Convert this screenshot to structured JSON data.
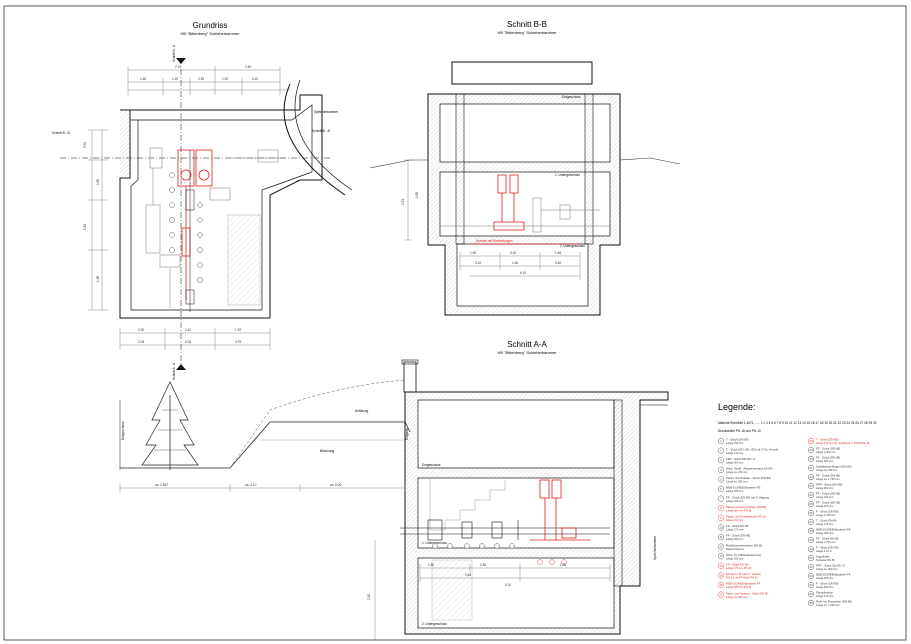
{
  "views": {
    "plan": {
      "title": "Grundriss",
      "subtitle": "HB \"Bittenberg\" Schieberkammer",
      "labels": {
        "section_aa_top": "Schnitt A - A",
        "section_aa_bottom": "Schnitt A - A",
        "section_bb_left": "Schnitt B - B",
        "section_bb_right": "Schnitt B - B",
        "reservoir": "Speicherkammer"
      },
      "dimensions": [
        "2.10",
        "2.40",
        "1.60",
        "1.20",
        "2.35",
        "1.92",
        "4.10",
        "3.52",
        "5.16",
        "1.85",
        "1.58",
        "0.90",
        "2.40",
        "1.92",
        "2.05",
        "6.18",
        "4.75"
      ]
    },
    "section_bb": {
      "title": "Schnitt B-B",
      "subtitle": "HB \"Bittenberg\" Schieberkammer",
      "labels": {
        "floor_top": "Erdgeschoss",
        "floor_mid": "1. Untergeschoss",
        "floor_low": "2. Untergeschoss",
        "red_note": "Bereich mit Rohrleitungen"
      },
      "dimensions": [
        "2.31",
        "1.85",
        "1.90",
        "5.10",
        "1.56",
        "3.10",
        "1.60",
        "0.60",
        "6.10"
      ]
    },
    "section_aa": {
      "title": "Schnitt A-A",
      "subtitle": "HB \"Bittenberg\" Schieberkammer",
      "labels": {
        "left_vertical": "Erdgeschoss",
        "ground_fill": "Anfüllung",
        "slope": "Böschung",
        "floor_top": "Erdgeschoss",
        "floor_mid": "1. Untergeschoss",
        "floor_low": "2. Untergeschoss",
        "right_vertical": "Speicherkammer",
        "entrance": "Eingang"
      },
      "dimensions": [
        "ca. 2.847",
        "ca. 4.10",
        "ca. 6.00",
        "1.80",
        "2.80",
        "2.50",
        "2.84",
        "6.10",
        "2.10"
      ]
    }
  },
  "legend": {
    "title": "Legende:",
    "header_rows": [
      "Material Rohrteile 1.4571 ...... 1 2 3 4 5 6 7 8 9 10 11 12 13 14 15 16 17 18 19 20 21 22 23 24 25 26 27 28 29 30",
      "Druckstufen PN 16 und PN 10"
    ],
    "left_items": [
      {
        "no": "1",
        "text": "T - Stück (DN 80)",
        "sub": "Länge 150 mm",
        "red": false
      },
      {
        "no": "2",
        "text": "T - Stück (DN 100 / 80) mit 3\" Zu. Anschl.",
        "sub": "Länge 170 mm",
        "red": false
      },
      {
        "no": "3",
        "text": "FFR - Stück DN 80 / 2\"",
        "sub": "Länge 300 mm",
        "red": false
      },
      {
        "no": "4",
        "text": "Wiss. Ventil - Absperrarmatur DN 80",
        "sub": "Länge ca. 230 mm",
        "red": false
      },
      {
        "no": "5",
        "text": "Passu und Ausbau - Stück (DN 80)",
        "sub": "Länge ca. 280 mm",
        "red": false
      },
      {
        "no": "6",
        "text": "NEB-SCHIEB Bauarten F5",
        "sub": "Länge 180 mm",
        "red": false
      },
      {
        "no": "7",
        "text": "FF - Stück (DN 80) mit 3\" Abgang",
        "sub": "Länge 260 mm",
        "red": false
      },
      {
        "no": "8",
        "text": "Wassermessung (Wiss. DN 80)",
        "sub": "Länge 200 mm PN 16",
        "red": true
      },
      {
        "no": "9",
        "text": "Passu und Ausbaustück PN 16",
        "sub": "Länge 150 mm",
        "red": true
      },
      {
        "no": "10",
        "text": "FF - Stück DN 80",
        "sub": "Länge 170 mm",
        "red": false
      },
      {
        "no": "11",
        "text": "FF - Stück (DN 80)",
        "sub": "Länge 300 mm",
        "red": false
      },
      {
        "no": "12",
        "text": "Rückflussverhinderer DN 80",
        "sub": "Bauart Klasse 2",
        "red": false
      },
      {
        "no": "13",
        "text": "Wiss. FF Zählerabsperrung",
        "sub": "Länge 300 mm",
        "red": false
      },
      {
        "no": "14",
        "text": "FF - Stück DN 80",
        "sub": "Länge 170 mm PN 16",
        "red": true
      },
      {
        "no": "15",
        "text": "Einlauf in Pumpen - Station",
        "sub": "Teil 0,0 mit FF-Stück PN 16",
        "red": true
      },
      {
        "no": "16",
        "text": "NEB-SCHIEB Bauarten F4",
        "sub": "Länge 180 mm PN 16",
        "red": true
      },
      {
        "no": "17",
        "text": "Pass- und Ausbau - Stück DN 80",
        "sub": "Länge ca. 280 mm",
        "red": true
      }
    ],
    "right_items": [
      {
        "no": "18",
        "text": "T - Stück (DN 80)",
        "sub": "Länge 170 mm Zu. Anschluss 2\" DN 80 PN 16",
        "red": true
      },
      {
        "no": "19",
        "text": "FF - Stück (DN 80)",
        "sub": "Länge 1.350 mm",
        "red": false
      },
      {
        "no": "20",
        "text": "FF - Stück (DN 80)",
        "sub": "Länge 300 mm",
        "red": false
      },
      {
        "no": "21",
        "text": "Zweiflansch-Bogen (DN 80)",
        "sub": "Länge ca. 280 mm",
        "red": false
      },
      {
        "no": "22",
        "text": "FF - Stück (DN 80)",
        "sub": "Länge ca. 1.750 mm",
        "red": false
      },
      {
        "no": "23",
        "text": "FFR - Stück (DN 80)",
        "sub": "Länge 300 mm",
        "red": false
      },
      {
        "no": "24",
        "text": "FF - Stück (DN 80)",
        "sub": "Länge 150 mm",
        "red": false
      },
      {
        "no": "25",
        "text": "FF - Stück (DN 80)",
        "sub": "Länge 220 mm",
        "red": false
      },
      {
        "no": "26",
        "text": "F - Stück (DN 80)",
        "sub": "Länge 1.750 mm",
        "red": false
      },
      {
        "no": "27",
        "text": "T - Stück DN 80",
        "sub": "Länge 170 mm",
        "red": false
      },
      {
        "no": "28",
        "text": "NEB-SCHIEB Bauarten F4",
        "sub": "Länge 180 mm",
        "red": false
      },
      {
        "no": "29",
        "text": "FF - Stück DN 80",
        "sub": "Länge 1.750 mm",
        "red": false
      },
      {
        "no": "30",
        "text": "F - Stück (DN 80)",
        "sub": "Länge 1.10 m",
        "red": false
      },
      {
        "no": "31",
        "text": "Kugelhahn",
        "sub": "Teilweise DN 80",
        "red": false
      },
      {
        "no": "32",
        "text": "FFR - Stück DN 80 / 2\"",
        "sub": "Länge ca. 300 mm",
        "red": false
      },
      {
        "no": "33",
        "text": "NEB-SCHIEB Bauarten F4",
        "sub": "Länge 180 mm",
        "red": false
      },
      {
        "no": "34",
        "text": "F - Stück (DN 80)",
        "sub": "Länge 600 mm",
        "red": false
      },
      {
        "no": "35",
        "text": "Flanschstück",
        "sub": "Länge 170 mm",
        "red": false
      },
      {
        "no": "36",
        "text": "Rohr mit Flanschen (DN 80)",
        "sub": "Länge ca. 1.200 mm",
        "red": false
      }
    ]
  },
  "colors": {
    "line": "#1a1a1a",
    "red": "#e0211b",
    "gray": "#8a8a8a",
    "hatch": "#bdbdbd"
  }
}
